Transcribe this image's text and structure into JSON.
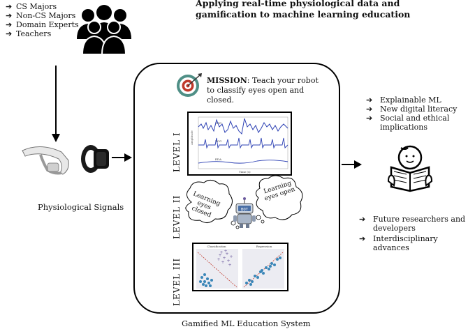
{
  "title": "Applying real-time physiological data and gamification to machine learning education",
  "audience": {
    "bullet": "➔",
    "items": [
      "CS Majors",
      "Non-CS Majors",
      "Domain Experts",
      "Teachers"
    ],
    "icon": "people-group-icon"
  },
  "inputs": {
    "caption": "Physiological Signals",
    "icons": [
      "eeg-headband-icon",
      "wristband-sensor-icon"
    ]
  },
  "system": {
    "caption": "Gamified ML Education System",
    "mission_label": "MISSION",
    "mission_text": ": Teach your robot to classify eyes open and closed.",
    "mission_icon": "target-icon",
    "levels": [
      {
        "label": "LEVEL I",
        "content": "signal-plot"
      },
      {
        "label": "LEVEL II",
        "content": "robot-clouds"
      },
      {
        "label": "LEVEL III",
        "content": "ml-plots"
      }
    ],
    "signal_plot": {
      "trace_labels": [
        "EEG",
        "ECG",
        "EDA"
      ],
      "xlabel": "Time (s)"
    },
    "robot": {
      "badge": "BOT",
      "cloud_left": "Learning eyes closed",
      "cloud_right": "Learning eyes open"
    },
    "ml_plots": {
      "left_title": "Classification",
      "right_title": "Regression"
    }
  },
  "outcomes_top": {
    "bullet": "➔",
    "items": [
      "Explainable ML",
      "New digital literacy",
      "Social and ethical implications"
    ]
  },
  "outcomes_icon": "reading-person-icon",
  "outcomes_bottom": {
    "bullet": "➔",
    "items": [
      "Future researchers and developers",
      "Interdisciplinary advances"
    ]
  },
  "colors": {
    "signal_blue": "#2b3fb3",
    "scatter_blue": "#3a86b8",
    "scatter_purple": "#6b5a9e",
    "regression_line": "#c0392b",
    "target_red": "#c0392b",
    "target_teal": "#4f8f86"
  }
}
